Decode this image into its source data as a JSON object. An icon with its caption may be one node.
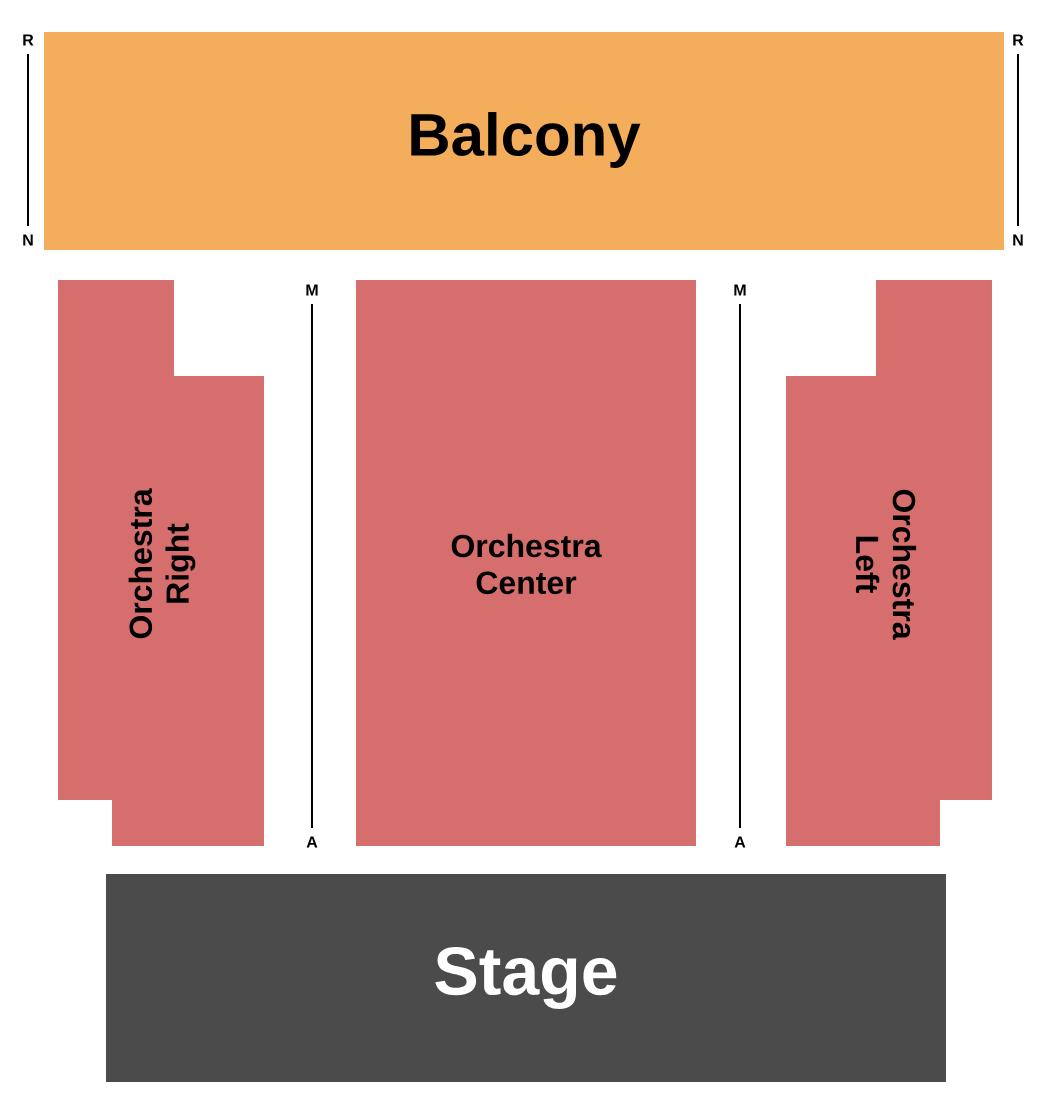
{
  "diagram": {
    "nodes": [
      {
        "text": [
          "Balcony"
        ]
      },
      {
        "text": [
          "Orchestra Right"
        ]
      },
      {
        "text": [
          "Orchestra Center"
        ]
      },
      {
        "text": [
          "Orchestra Left"
        ]
      },
      {
        "text": [
          "Stage"
        ]
      }
    ],
    "labels": [
      "R",
      "R",
      "N",
      "N",
      "M",
      "M",
      "A",
      "A"
    ]
  }
}
